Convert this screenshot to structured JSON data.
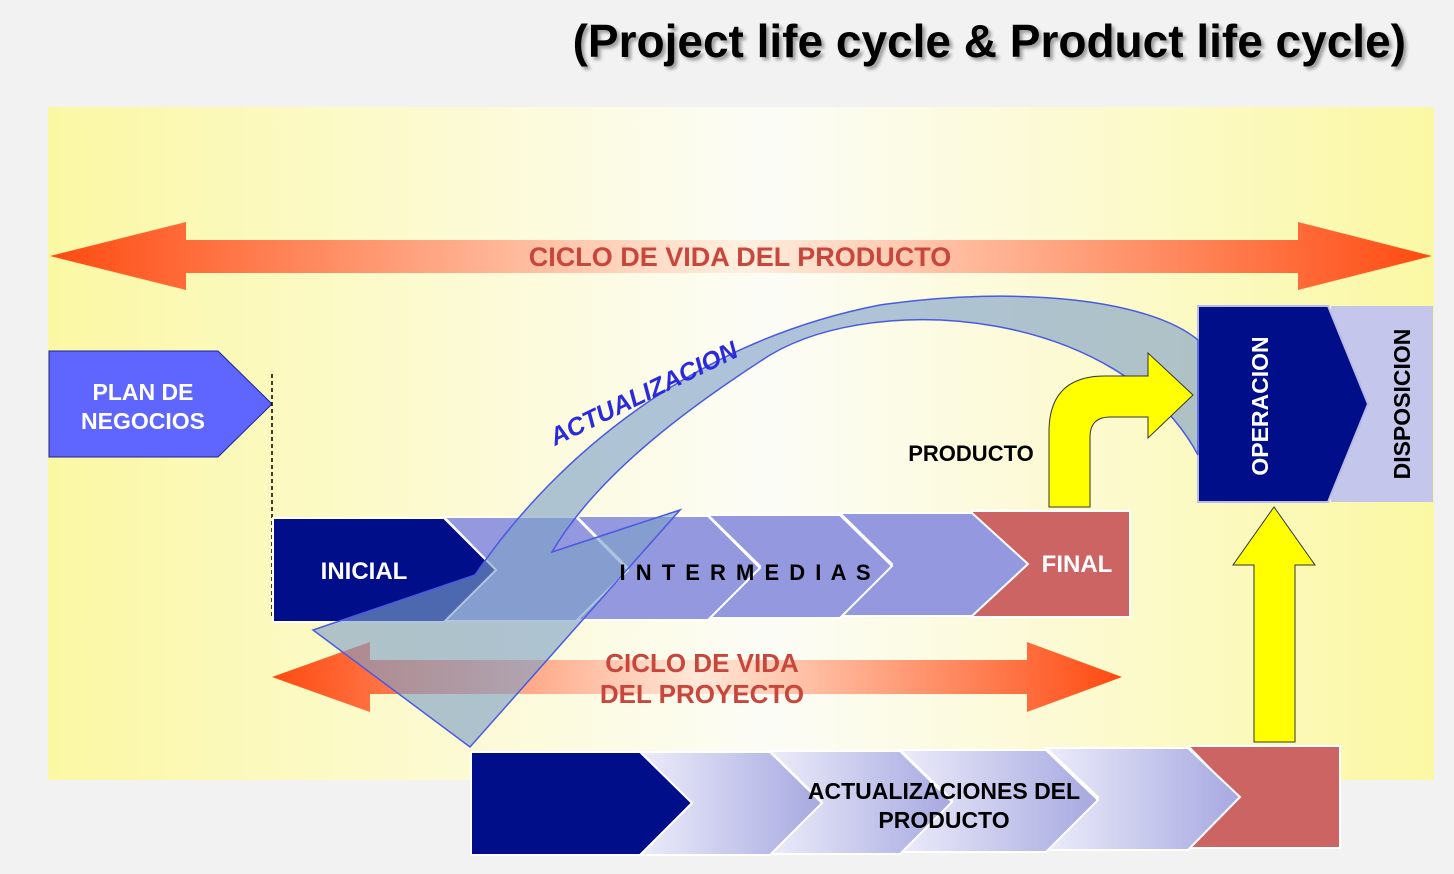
{
  "title": "(Project life cycle & Product life cycle)",
  "labels": {
    "product_cycle": "CICLO DE VIDA DEL PRODUCTO",
    "plan_line1": "PLAN DE",
    "plan_line2": "NEGOCIOS",
    "actualizacion": "ACTUALIZACION",
    "producto": "PRODUCTO",
    "operacion": "OPERACION",
    "disposicion": "DISPOSICION",
    "inicial": "INICIAL",
    "intermedias": "I N T E R M E D I A S",
    "final": "FINAL",
    "project_cycle_line1": "CICLO DE VIDA",
    "project_cycle_line2": "DEL PROYECTO",
    "updates_line1": "ACTUALIZACIONES DEL",
    "updates_line2": "PRODUCTO"
  },
  "colors": {
    "navy": "#000e8a",
    "light_purple": "#8f93dd",
    "final_red": "#cc6464",
    "plan_blue": "#5e66ff",
    "disposition": "#c4c6ec",
    "orange": "#ff5a1e",
    "yellow": "#ffff00",
    "label_red": "#c8463c",
    "label_blue": "#2a2adc"
  }
}
